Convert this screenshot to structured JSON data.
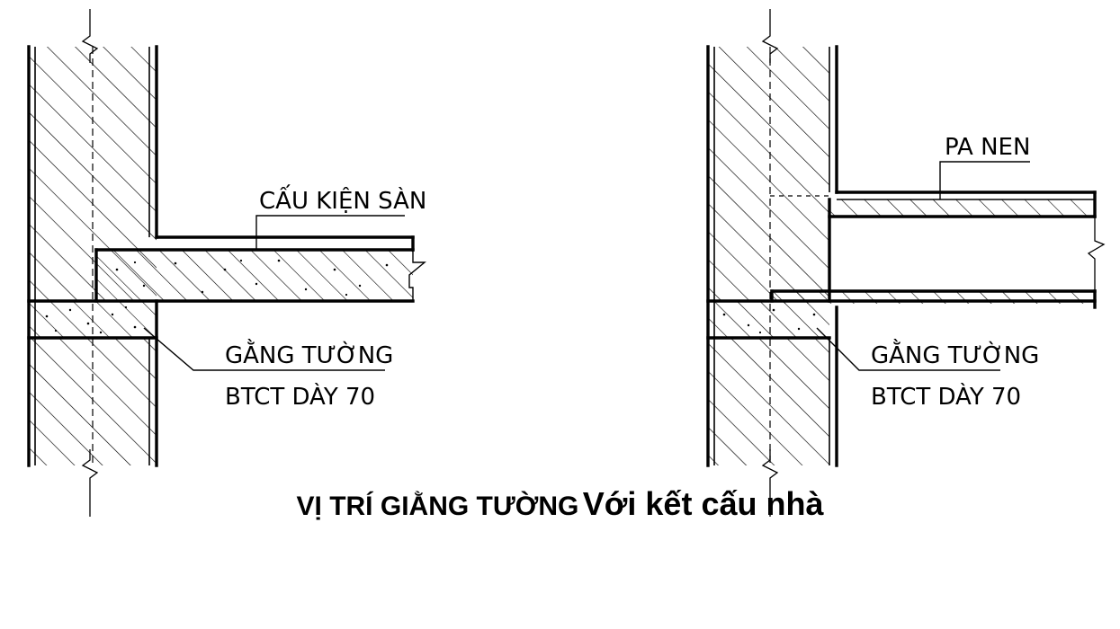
{
  "left_detail": {
    "slab_label": "CẤU KIỆN SÀN",
    "beam_label_line1": "GẰNG TƯỜNG",
    "beam_label_line2": "BTCT DÀY 70"
  },
  "right_detail": {
    "panel_label": "PA NEN",
    "beam_label_line1": "GẰNG TƯỜNG",
    "beam_label_line2": "BTCT DÀY 70"
  },
  "caption": {
    "part1": "VỊ TRÍ GIẰNG TƯỜNG",
    "part2": "Với kết cấu nhà"
  },
  "colors": {
    "line": "#000000",
    "background": "#ffffff"
  }
}
